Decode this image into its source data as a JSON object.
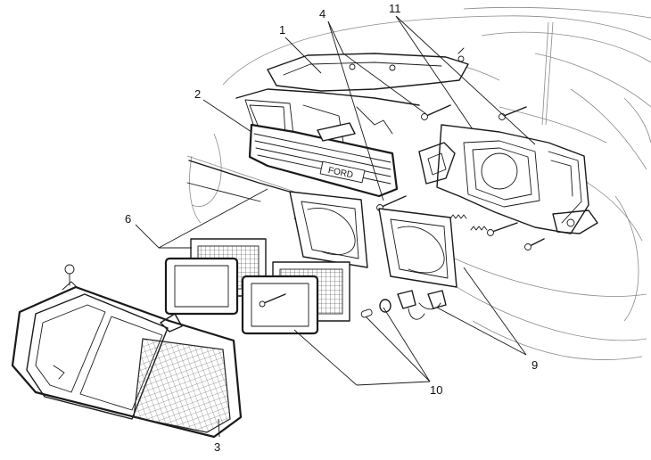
{
  "callouts": [
    {
      "id": "1",
      "label": "1"
    },
    {
      "id": "2",
      "label": "2"
    },
    {
      "id": "3",
      "label": "3"
    },
    {
      "id": "4",
      "label": "4"
    },
    {
      "id": "6",
      "label": "6"
    },
    {
      "id": "9",
      "label": "9"
    },
    {
      "id": "10",
      "label": "10"
    },
    {
      "id": "11",
      "label": "11"
    }
  ],
  "grille_badge": "FORD"
}
